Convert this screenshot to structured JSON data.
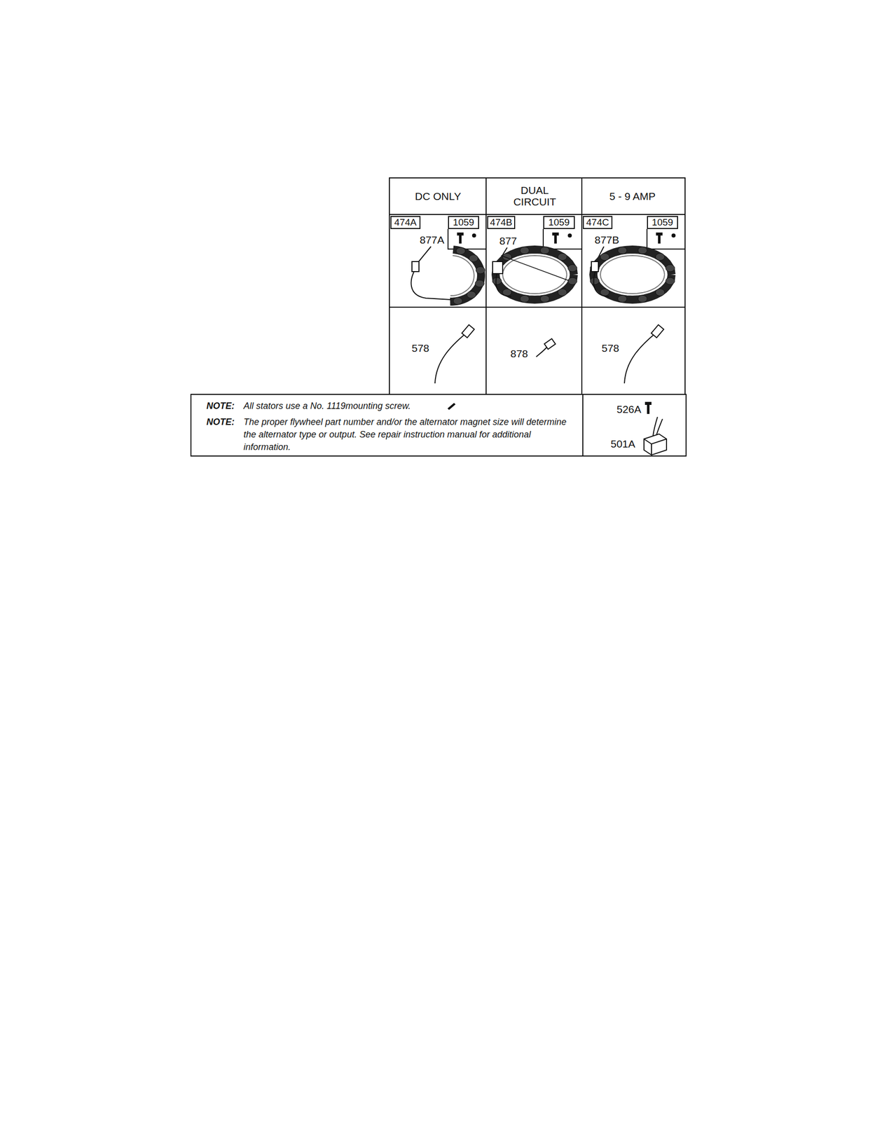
{
  "diagram": {
    "nodes": [
      {
        "text": [
          "474A"
        ]
      },
      {
        "text": [
          "1059"
        ]
      },
      {
        "text": [
          "474B"
        ]
      },
      {
        "text": [
          "1059"
        ]
      },
      {
        "text": [
          "474C"
        ]
      },
      {
        "text": [
          "1059"
        ]
      }
    ],
    "labels": [
      "DC ONLY",
      "DUAL CIRCUIT",
      "5 - 9 AMP",
      "877A",
      "877",
      "877B",
      "578",
      "878",
      "578",
      "NOTE:",
      "All stators use a No. 1119mounting screw.",
      "NOTE:",
      "The proper flywheel part number and/or the alternator magnet size will determine the alternator type or output. See repair instruction manual for additional information.",
      "526A",
      "501A"
    ]
  }
}
